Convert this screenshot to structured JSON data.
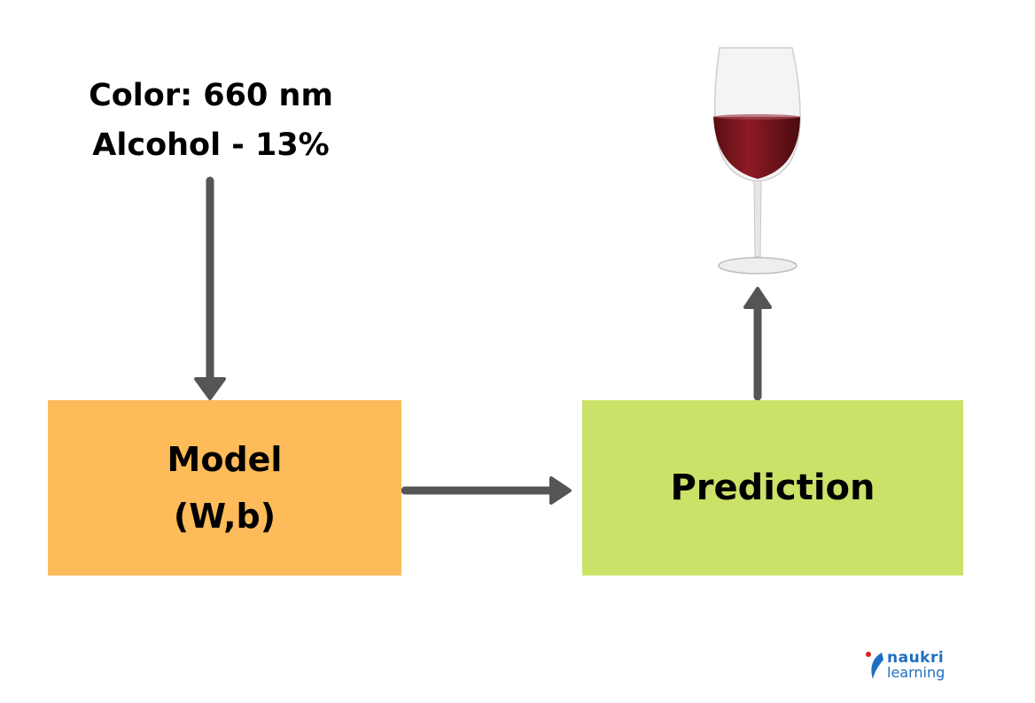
{
  "input": {
    "line1": "Color: 660 nm",
    "line2": "Alcohol - 13%"
  },
  "model": {
    "title": "Model",
    "params": "(W,b)",
    "color": "#fdbb59"
  },
  "prediction": {
    "title": "Prediction",
    "color": "#cbe268"
  },
  "output_image": "wine-glass",
  "arrow_color": "#555555",
  "logo": {
    "line1": "naukri",
    "line2": "learning"
  }
}
